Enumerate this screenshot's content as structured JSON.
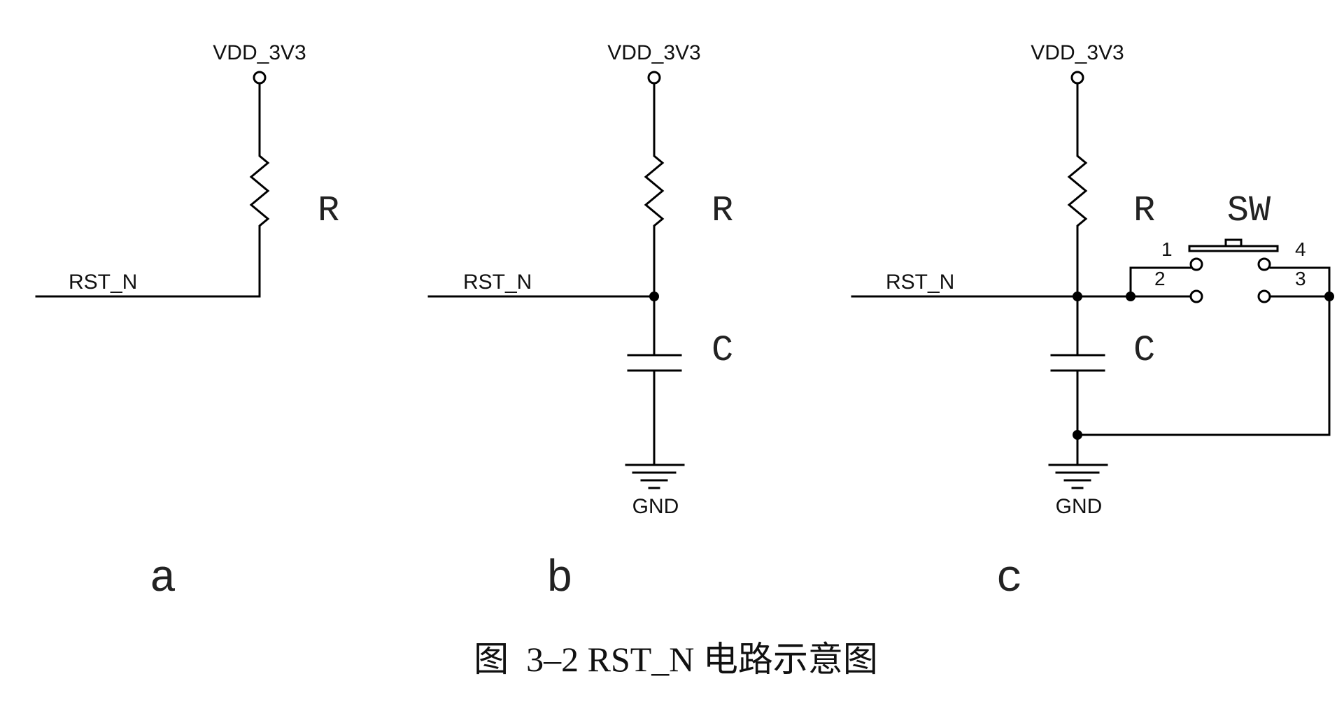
{
  "panels": [
    {
      "id": "a",
      "supply_label": "VDD_3V3",
      "net_label": "RST_N",
      "resistor_label": "R",
      "sub_label": "a"
    },
    {
      "id": "b",
      "supply_label": "VDD_3V3",
      "net_label": "RST_N",
      "resistor_label": "R",
      "capacitor_label": "C",
      "ground_label": "GND",
      "sub_label": "b"
    },
    {
      "id": "c",
      "supply_label": "VDD_3V3",
      "net_label": "RST_N",
      "resistor_label": "R",
      "capacitor_label": "C",
      "ground_label": "GND",
      "switch_label": "SW",
      "switch_pins": [
        "1",
        "2",
        "3",
        "4"
      ],
      "sub_label": "c"
    }
  ],
  "caption": "图  3–2 RST_N 电路示意图"
}
